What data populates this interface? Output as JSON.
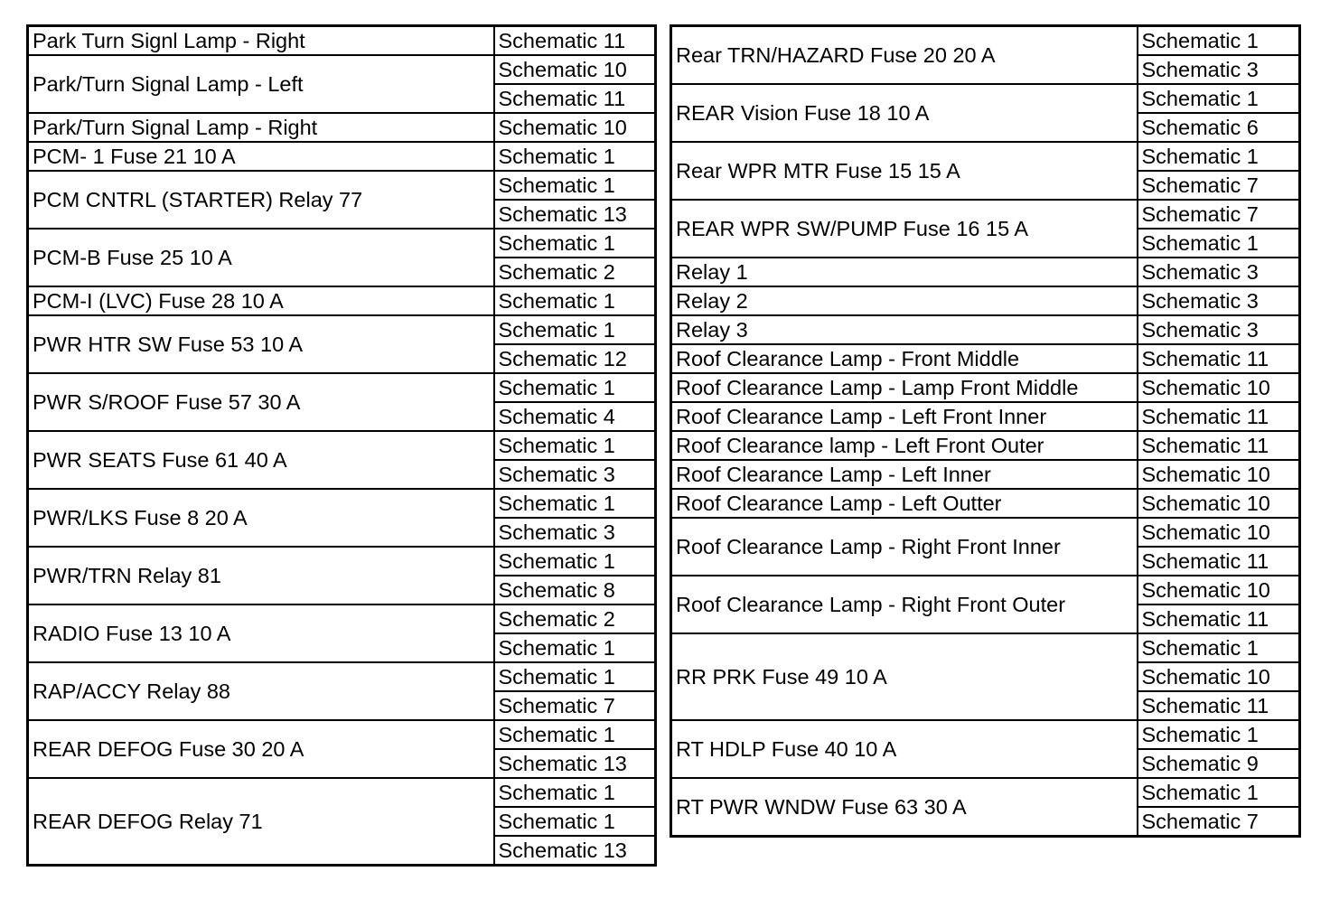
{
  "left_table": [
    {
      "component": "Park Turn Signl Lamp - Right",
      "refs": [
        "Schematic 11"
      ]
    },
    {
      "component": "Park/Turn Signal Lamp - Left",
      "refs": [
        "Schematic 10",
        "Schematic 11"
      ]
    },
    {
      "component": "Park/Turn Signal Lamp - Right",
      "refs": [
        "Schematic 10"
      ]
    },
    {
      "component": "PCM- 1 Fuse 21 10 A",
      "refs": [
        "Schematic 1"
      ]
    },
    {
      "component": "PCM CNTRL (STARTER) Relay 77",
      "refs": [
        "Schematic 1",
        "Schematic 13"
      ]
    },
    {
      "component": "PCM-B Fuse 25 10 A",
      "refs": [
        "Schematic 1",
        "Schematic 2"
      ]
    },
    {
      "component": "PCM-I (LVC) Fuse 28 10 A",
      "refs": [
        "Schematic 1"
      ]
    },
    {
      "component": "PWR HTR SW Fuse 53 10 A",
      "refs": [
        "Schematic 1",
        "Schematic 12"
      ]
    },
    {
      "component": "PWR S/ROOF Fuse 57 30 A",
      "refs": [
        "Schematic 1",
        "Schematic 4"
      ]
    },
    {
      "component": "PWR SEATS Fuse 61 40 A",
      "refs": [
        "Schematic 1",
        "Schematic 3"
      ]
    },
    {
      "component": "PWR/LKS Fuse 8 20 A",
      "refs": [
        "Schematic 1",
        "Schematic 3"
      ]
    },
    {
      "component": "PWR/TRN Relay 81",
      "refs": [
        "Schematic 1",
        "Schematic 8"
      ]
    },
    {
      "component": "RADIO Fuse 13 10 A",
      "refs": [
        "Schematic 2",
        "Schematic 1"
      ]
    },
    {
      "component": "RAP/ACCY Relay 88",
      "refs": [
        "Schematic 1",
        "Schematic 7"
      ]
    },
    {
      "component": "REAR DEFOG Fuse 30 20 A",
      "refs": [
        "Schematic 1",
        "Schematic 13"
      ]
    },
    {
      "component": "REAR DEFOG Relay 71",
      "refs": [
        "Schematic 1",
        "Schematic 1",
        "Schematic 13"
      ]
    }
  ],
  "right_table": [
    {
      "component": "Rear TRN/HAZARD Fuse 20 20 A",
      "refs": [
        "Schematic 1",
        "Schematic 3"
      ]
    },
    {
      "component": "REAR Vision Fuse 18 10 A",
      "refs": [
        "Schematic 1",
        "Schematic 6"
      ]
    },
    {
      "component": "Rear WPR MTR Fuse 15 15 A",
      "refs": [
        "Schematic 1",
        "Schematic 7"
      ]
    },
    {
      "component": "REAR WPR SW/PUMP Fuse 16 15 A",
      "refs": [
        "Schematic 7",
        "Schematic 1"
      ]
    },
    {
      "component": "Relay 1",
      "refs": [
        "Schematic 3"
      ]
    },
    {
      "component": "Relay 2",
      "refs": [
        "Schematic 3"
      ]
    },
    {
      "component": "Relay 3",
      "refs": [
        "Schematic 3"
      ]
    },
    {
      "component": "Roof Clearance Lamp - Front Middle",
      "refs": [
        "Schematic 11"
      ]
    },
    {
      "component": "Roof Clearance Lamp - Lamp Front Middle",
      "refs": [
        "Schematic 10"
      ]
    },
    {
      "component": "Roof Clearance Lamp - Left Front Inner",
      "refs": [
        "Schematic 11"
      ]
    },
    {
      "component": "Roof Clearance lamp - Left Front Outer",
      "refs": [
        "Schematic 11"
      ]
    },
    {
      "component": "Roof Clearance Lamp - Left Inner",
      "refs": [
        "Schematic 10"
      ]
    },
    {
      "component": "Roof Clearance Lamp - Left Outter",
      "refs": [
        "Schematic 10"
      ]
    },
    {
      "component": "Roof Clearance Lamp - Right Front Inner",
      "refs": [
        "Schematic 10",
        "Schematic 11"
      ]
    },
    {
      "component": "Roof Clearance Lamp - Right Front Outer",
      "refs": [
        "Schematic 10",
        "Schematic 11"
      ]
    },
    {
      "component": "RR PRK Fuse 49 10 A",
      "refs": [
        "Schematic 1",
        "Schematic 10",
        "Schematic 11"
      ]
    },
    {
      "component": "RT HDLP Fuse 40 10 A",
      "refs": [
        "Schematic 1",
        "Schematic 9"
      ]
    },
    {
      "component": "RT PWR WNDW Fuse 63 30 A",
      "refs": [
        "Schematic 1",
        "Schematic 7"
      ]
    }
  ]
}
